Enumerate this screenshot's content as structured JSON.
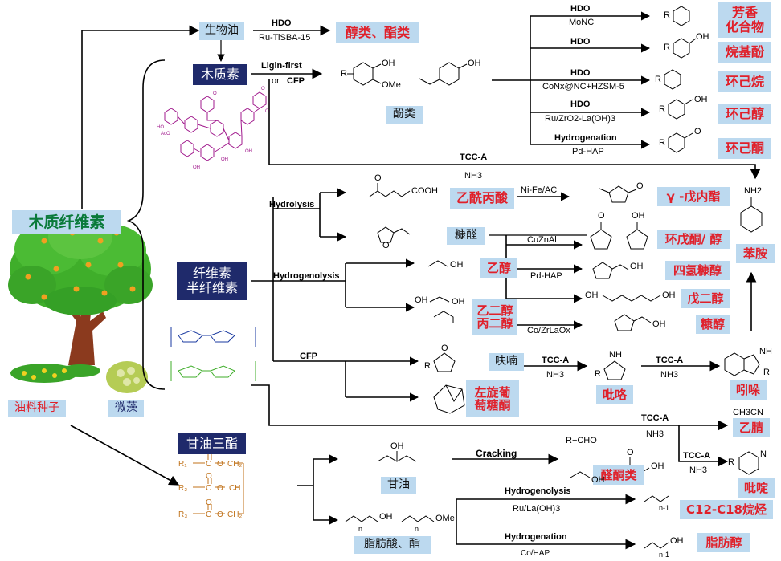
{
  "nodes": {
    "bio_oil": "生物油",
    "lignin": "木质素",
    "lignocellulose": "木质纤维素",
    "cellulose": "纤维素\n半纤维素",
    "cellulose_l1": "纤维素",
    "cellulose_l2": "半纤维素",
    "oil_seed": "油料种子",
    "microalgae": "微藻",
    "triglyceride": "甘油三酯",
    "phenols": "酚类",
    "furfural": "糠醛",
    "furan": "呋喃",
    "glycerol": "甘油",
    "fatty_acid": "脂肪酸、酯"
  },
  "products": {
    "alcohols_esters": "醇类、酯类",
    "aromatics_1": "芳香",
    "aromatics_2": "化合物",
    "alkylphenol": "烷基酚",
    "cyclohexane": "环己烷",
    "cyclohexanol": "环己醇",
    "cyclohexanone": "环己酮",
    "levulinic": "乙酰丙酸",
    "gvl": "γ -戊内酯",
    "cyclopentanone": "环戊酮/ 醇",
    "thfa": "四氢糠醇",
    "pentanediol": "戊二醇",
    "furfuryl": "糠醇",
    "aniline": "苯胺",
    "ethanol": "乙醇",
    "glycol_1": "乙二醇",
    "glycol_2": "丙二醇",
    "levo_1": "左旋葡",
    "levo_2": "萄糖酮",
    "pyrrole": "吡咯",
    "indole": "吲哚",
    "acetonitrile": "乙腈",
    "pyridine": "吡啶",
    "aldehyde_ketone": "醛酮类",
    "alkanes": "C12-C18烷烃",
    "fatty_alcohol": "脂肪醇"
  },
  "reactions": {
    "hdo": "HDO",
    "ru_tisba": "Ru-TiSBA-15",
    "lignin_first": "Ligin-first",
    "or": "or",
    "cfp": "CFP",
    "monc": "MoNC",
    "conx": "CoNx@NC+HZSM-5",
    "ru_zro2": "Ru/ZrO2-La(OH)3",
    "hydrogenation": "Hydrogenation",
    "pd_hap": "Pd-HAP",
    "tcc_a": "TCC-A",
    "nh3": "NH3",
    "hydrolysis": "Hydrolysis",
    "ni_fe": "Ni-Fe/AC",
    "cuznal": "CuZnAl",
    "hydrogenolysis": "Hydrogenolysis",
    "co_zrlao": "Co/ZrLaOx",
    "cracking": "Cracking",
    "ru_la": "Ru/La(OH)3",
    "co_hap": "Co/HAP"
  },
  "labels": {
    "r": "R",
    "oh": "OH",
    "ome": "OMe",
    "o": "O",
    "nh": "NH",
    "nh2": "NH2",
    "cooh": "COOH",
    "ch3cn": "CH3CN",
    "rcho": "R−CHO",
    "n": "N",
    "n_sub": "n",
    "n1": "n-1"
  },
  "colors": {
    "navy": "#1f2a6b",
    "box_blue": "#bcd9ef",
    "red_text": "#e0202a",
    "green_text": "#0a7a3a",
    "lignin_struct": "#a0188c",
    "triglyceride": "#c0721a",
    "tree_leaves": "#3fae2a",
    "trunk": "#8b3a1e"
  }
}
